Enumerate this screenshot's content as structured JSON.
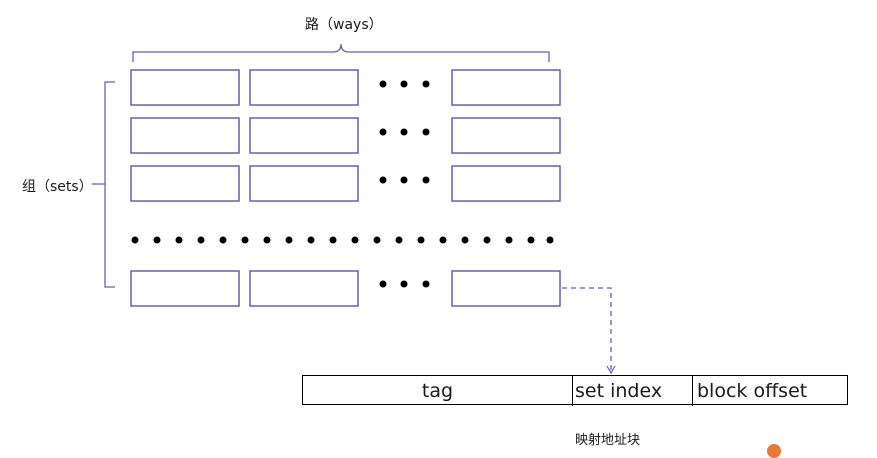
{
  "diagram": {
    "ways_label": "路（ways）",
    "sets_label": "组（sets）",
    "address": {
      "fields": [
        "tag",
        "set index",
        "block offset"
      ]
    },
    "address_caption": "映射地址块"
  },
  "colors": {
    "block_border": "#6b5fb2",
    "bracket": "#6b5fb2",
    "dash": "#6b5fb2",
    "text": "#1a1a1a"
  }
}
